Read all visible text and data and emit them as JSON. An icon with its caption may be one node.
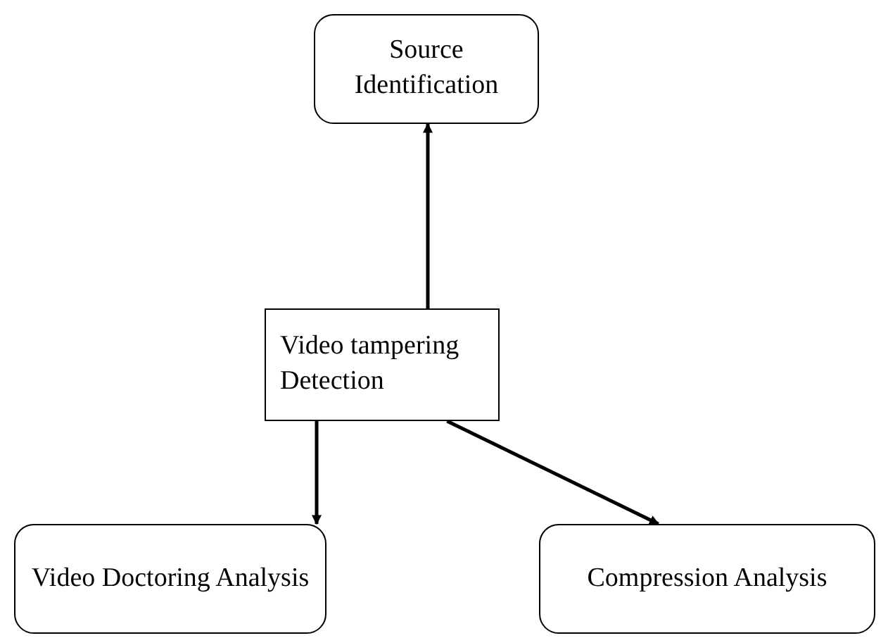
{
  "diagram": {
    "nodes": [
      {
        "text": [
          "Source Identification"
        ]
      },
      {
        "text": [
          "Video tampering Detection"
        ]
      },
      {
        "text": [
          "Video Doctoring Analysis"
        ]
      },
      {
        "text": [
          "Compression Analysis"
        ]
      }
    ],
    "edges": [
      {
        "from": 1,
        "to": 0,
        "arrow": "to"
      },
      {
        "from": 1,
        "to": 2,
        "arrow": "to"
      },
      {
        "from": 1,
        "to": 3,
        "arrow": "to"
      }
    ]
  }
}
